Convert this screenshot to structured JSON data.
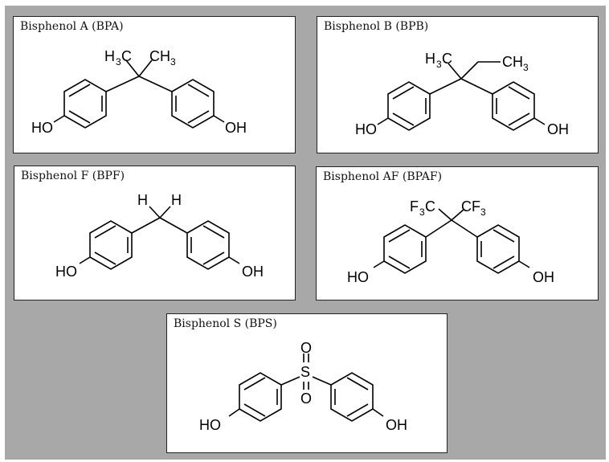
{
  "panels": [
    {
      "title": "Bisphenol A (BPA)",
      "left_sub": [
        "H",
        "3",
        "C"
      ],
      "right_sub": [
        "CH",
        "3"
      ],
      "oh_left": "HO",
      "oh_right": "OH"
    },
    {
      "title": "Bisphenol B (BPB)",
      "left_sub": [
        "H",
        "3",
        "C"
      ],
      "right_sub": [
        "CH",
        "3"
      ],
      "oh_left": "HO",
      "oh_right": "OH"
    },
    {
      "title": "Bisphenol F (BPF)",
      "h_left": "H",
      "h_right": "H",
      "oh_left": "HO",
      "oh_right": "OH"
    },
    {
      "title": "Bisphenol AF (BPAF)",
      "left_sub": [
        "F",
        "3",
        "C"
      ],
      "right_sub": [
        "CF",
        "3"
      ],
      "oh_left": "HO",
      "oh_right": "OH"
    },
    {
      "title": "Bisphenol S (BPS)",
      "s": "S",
      "o_top": "O",
      "o_bottom": "O",
      "oh_left": "HO",
      "oh_right": "OH"
    }
  ]
}
